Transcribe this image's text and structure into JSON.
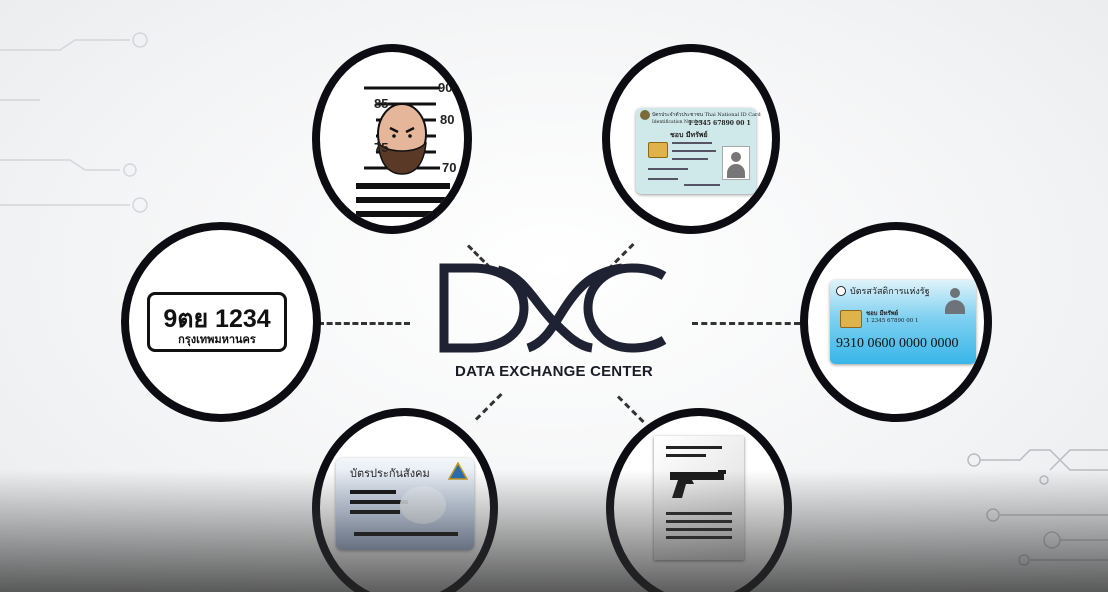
{
  "logo": {
    "text": "DXC",
    "tagline": "DATA EXCHANGE CENTER"
  },
  "colors": {
    "dark": "#1f2233",
    "ring": "#0c0c12",
    "id_card": "#cfe8ea",
    "welfare_card": "#38b6e8"
  },
  "mugshot": {
    "scale": [
      "90",
      "85",
      "80",
      "75",
      "70"
    ]
  },
  "license_plate": {
    "number": "9ตย 1234",
    "province": "กรุงเทพมหานคร"
  },
  "id_card": {
    "header": "บัตรประจำตัวประชาชน Thai National ID Card",
    "id_label": "Identification Number",
    "id_number": "1 2345 67890 00 1",
    "name": "ชอบ มีทรัพย์"
  },
  "welfare_card": {
    "title": "บัตรสวัสดิการแห่งรัฐ",
    "name": "ชอบ มีทรัพย์",
    "id_number": "1 2345 67890 00 1",
    "card_number": "9310 0600 0000 0000"
  },
  "social_security_card": {
    "title": "บัตรประกันสังคม"
  },
  "icons": [
    "mugshot-icon",
    "license-plate-icon",
    "id-card-icon",
    "welfare-card-icon",
    "social-security-card-icon",
    "gun-document-icon"
  ]
}
